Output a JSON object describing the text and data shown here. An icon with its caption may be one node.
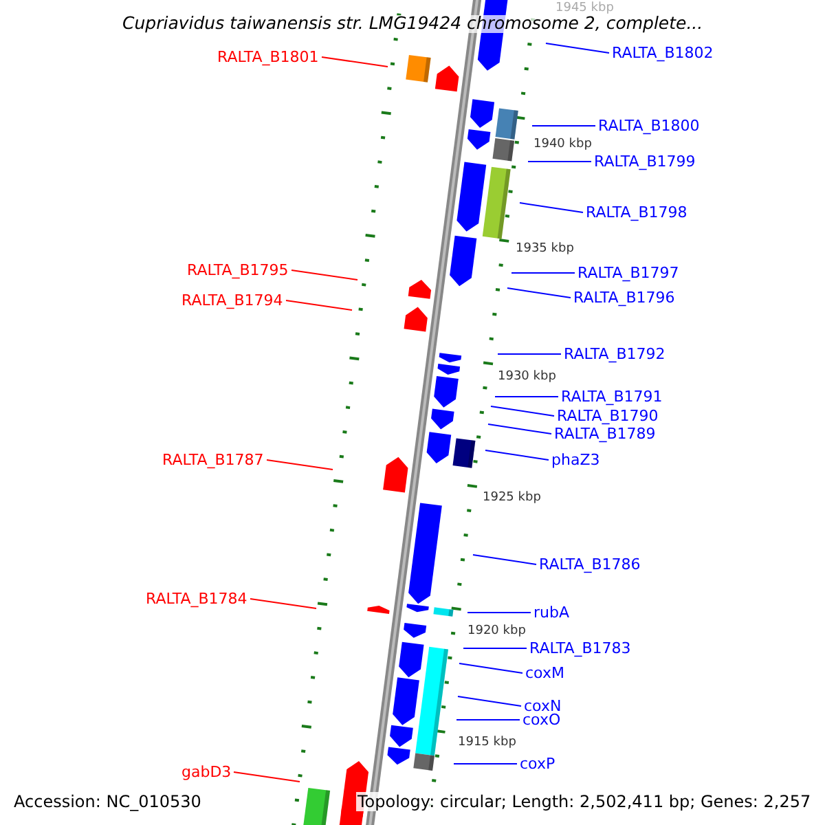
{
  "diagram": {
    "title": "Cupriavidus taiwanensis str. LMG19424 chromosome 2, complete...",
    "nodes": [
      {
        "text": [
          "RALTA_B1802"
        ]
      },
      {
        "text": [
          "RALTA_B1801"
        ]
      },
      {
        "text": [
          "RALTA_B1800"
        ]
      },
      {
        "text": [
          "RALTA_B1799"
        ]
      },
      {
        "text": [
          "RALTA_B1798"
        ]
      },
      {
        "text": [
          "RALTA_B1795"
        ]
      },
      {
        "text": [
          "RALTA_B1797"
        ]
      },
      {
        "text": [
          "RALTA_B1796"
        ]
      },
      {
        "text": [
          "RALTA_B1794"
        ]
      },
      {
        "text": [
          "RALTA_B1792"
        ]
      },
      {
        "text": [
          "RALTA_B1791"
        ]
      },
      {
        "text": [
          "RALTA_B1790"
        ]
      },
      {
        "text": [
          "RALTA_B1789"
        ]
      },
      {
        "text": [
          "RALTA_B1787"
        ]
      },
      {
        "text": [
          "phaZ3"
        ]
      },
      {
        "text": [
          "RALTA_B1786"
        ]
      },
      {
        "text": [
          "RALTA_B1784"
        ]
      },
      {
        "text": [
          "rubA"
        ]
      },
      {
        "text": [
          "RALTA_B1783"
        ]
      },
      {
        "text": [
          "coxM"
        ]
      },
      {
        "text": [
          "coxN"
        ]
      },
      {
        "text": [
          "coxO"
        ]
      },
      {
        "text": [
          "coxP"
        ]
      },
      {
        "text": [
          "gabD3"
        ]
      }
    ],
    "edges": [
      {
        "from": 0,
        "to": null,
        "arrow": "none"
      },
      {
        "from": 1,
        "to": null,
        "arrow": "none",
        "color": "#ff0000"
      },
      {
        "from": 2,
        "to": null,
        "arrow": "none"
      },
      {
        "from": 3,
        "to": null,
        "arrow": "none"
      },
      {
        "from": 4,
        "to": null,
        "arrow": "none"
      },
      {
        "from": 5,
        "to": null,
        "arrow": "none",
        "color": "#ff0000"
      },
      {
        "from": 6,
        "to": null,
        "arrow": "none"
      },
      {
        "from": 7,
        "to": null,
        "arrow": "none"
      },
      {
        "from": 8,
        "to": null,
        "arrow": "none",
        "color": "#ff0000"
      },
      {
        "from": 9,
        "to": null,
        "arrow": "none"
      },
      {
        "from": 10,
        "to": null,
        "arrow": "none"
      },
      {
        "from": 11,
        "to": null,
        "arrow": "none"
      },
      {
        "from": 12,
        "to": null,
        "arrow": "none"
      },
      {
        "from": 13,
        "to": null,
        "arrow": "none",
        "color": "#ff0000"
      },
      {
        "from": 14,
        "to": null,
        "arrow": "none"
      },
      {
        "from": 15,
        "to": null,
        "arrow": "none"
      },
      {
        "from": 16,
        "to": null,
        "arrow": "none",
        "color": "#ff0000"
      },
      {
        "from": 17,
        "to": null,
        "arrow": "none"
      },
      {
        "from": 18,
        "to": null,
        "arrow": "none"
      },
      {
        "from": 19,
        "to": null,
        "arrow": "none"
      },
      {
        "from": 20,
        "to": null,
        "arrow": "none"
      },
      {
        "from": 21,
        "to": null,
        "arrow": "none"
      },
      {
        "from": 22,
        "to": null,
        "arrow": "none"
      },
      {
        "from": 23,
        "to": null,
        "arrow": "none",
        "color": "#ff0000"
      }
    ],
    "labels": [
      "1945 kbp",
      "1940 kbp",
      "1935 kbp",
      "1930 kbp",
      "1925 kbp",
      "1920 kbp",
      "1915 kbp",
      "Accession: NC_010530",
      "Topology: circular; Length: 2,502,411 bp; Genes: 2,257"
    ]
  }
}
